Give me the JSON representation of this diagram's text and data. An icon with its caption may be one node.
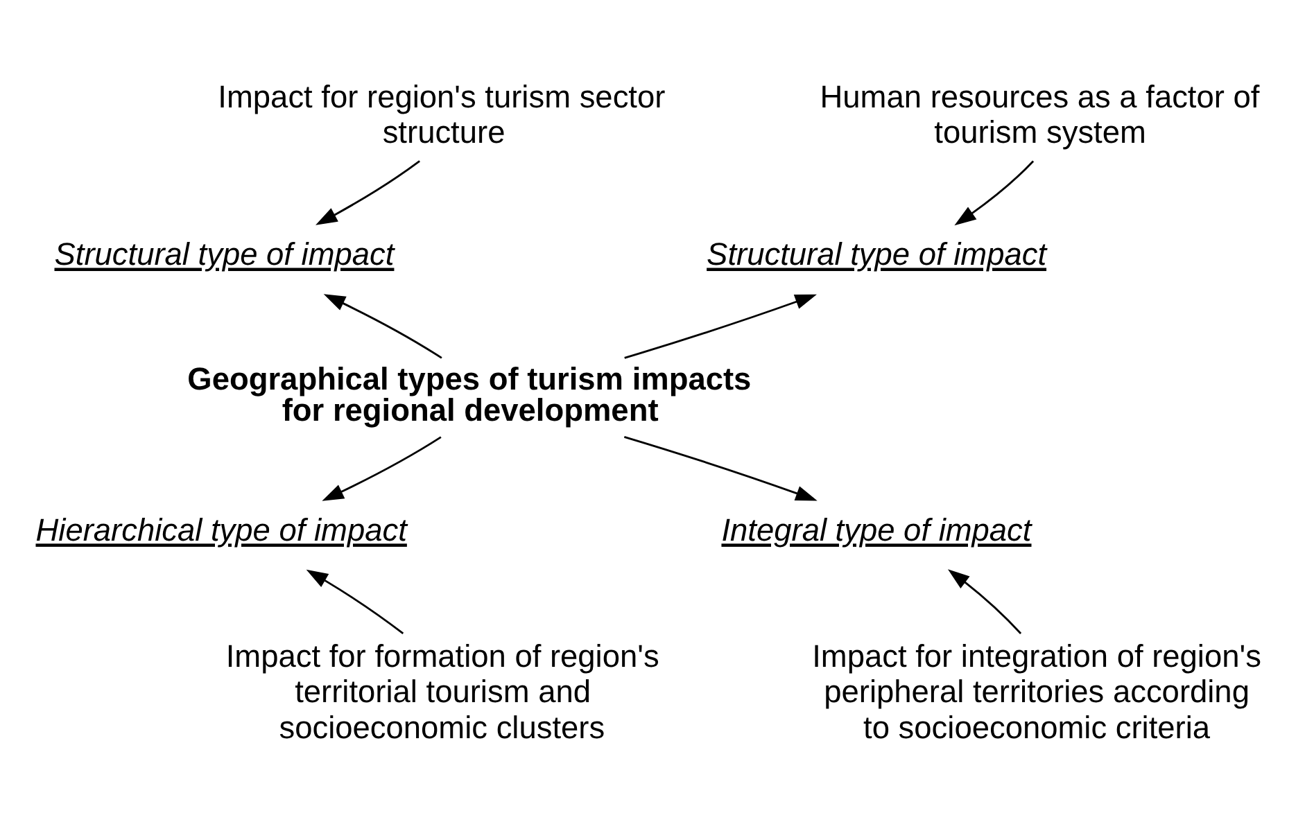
{
  "diagram": {
    "nodes": [
      {
        "text": [
          "Impact for region's turism sector structure"
        ]
      },
      {
        "text": [
          "Human resources as a factor of tourism system"
        ]
      },
      {
        "text": [
          "Structural type of impact"
        ]
      },
      {
        "text": [
          "Structural type of impact"
        ]
      },
      {
        "text": [
          "Geographical types of turism impacts for regional development"
        ]
      },
      {
        "text": [
          "Hierarchical type of impact"
        ]
      },
      {
        "text": [
          "Integral type of impact"
        ]
      },
      {
        "text": [
          "Impact for formation of region's territorial tourism and socioeconomic clusters"
        ]
      },
      {
        "text": [
          "Impact for integration of region's peripheral territories according to socioeconomic criteria"
        ]
      }
    ],
    "edges": [
      {
        "from": 0,
        "to": 2,
        "arrow": "to"
      },
      {
        "from": 1,
        "to": 3,
        "arrow": "to"
      },
      {
        "from": 4,
        "to": 2,
        "arrow": "to"
      },
      {
        "from": 4,
        "to": 3,
        "arrow": "to"
      },
      {
        "from": 4,
        "to": 5,
        "arrow": "to"
      },
      {
        "from": 4,
        "to": 6,
        "arrow": "to"
      },
      {
        "from": 7,
        "to": 5,
        "arrow": "to"
      },
      {
        "from": 8,
        "to": 6,
        "arrow": "to"
      }
    ]
  }
}
